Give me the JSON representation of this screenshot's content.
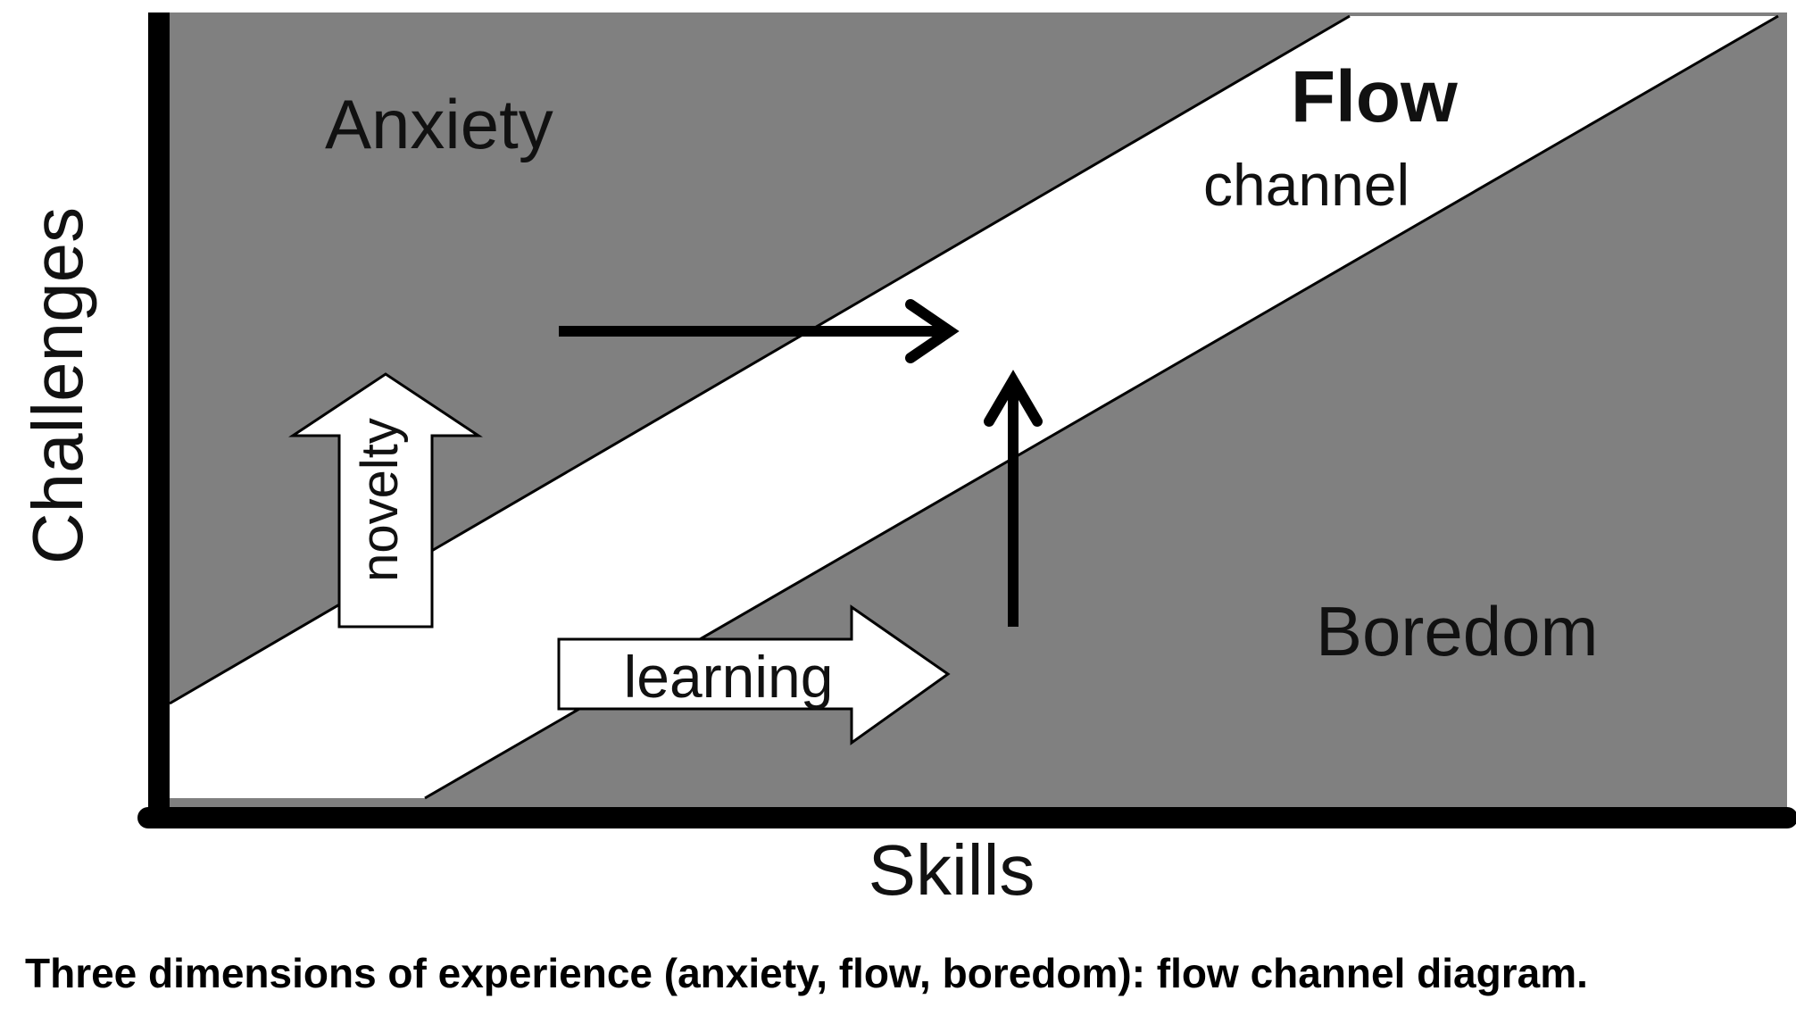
{
  "diagram": {
    "zones": {
      "anxiety": "Anxiety",
      "boredom": "Boredom",
      "flow_title": "Flow",
      "flow_subtitle": "channel"
    },
    "axes": {
      "x_label": "Skills",
      "y_label": "Challenges"
    },
    "arrows": {
      "novelty": "novelty",
      "learning": "learning"
    },
    "colors": {
      "zone_fill": "#808080",
      "channel_fill": "#ffffff",
      "axis": "#000000",
      "text": "#111111"
    }
  },
  "caption": "Three dimensions of experience (anxiety, flow, boredom): flow channel diagram."
}
